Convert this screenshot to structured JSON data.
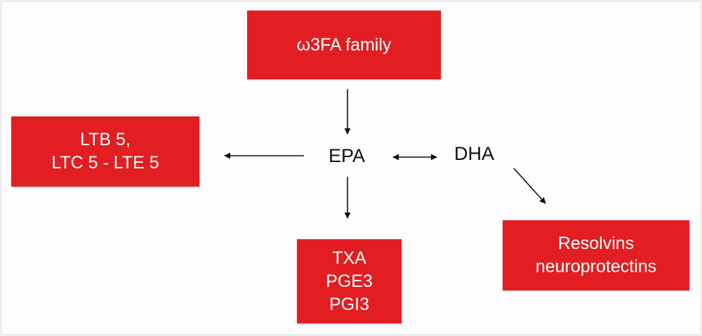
{
  "boxes": {
    "w3fa": {
      "lines": [
        "ω3FA family"
      ]
    },
    "ltb": {
      "lines": [
        "LTB 5,",
        "LTC 5 - LTE 5"
      ]
    },
    "txa": {
      "lines": [
        "TXA",
        "PGE3",
        "PGI3"
      ]
    },
    "resolvins": {
      "lines": [
        "Resolvins",
        "neuroprotectins"
      ]
    }
  },
  "nodes": {
    "epa": "EPA",
    "dha": "DHA"
  },
  "colors": {
    "box_fill": "#e21e22",
    "box_text": "#ffffff",
    "arrow": "#111111"
  }
}
